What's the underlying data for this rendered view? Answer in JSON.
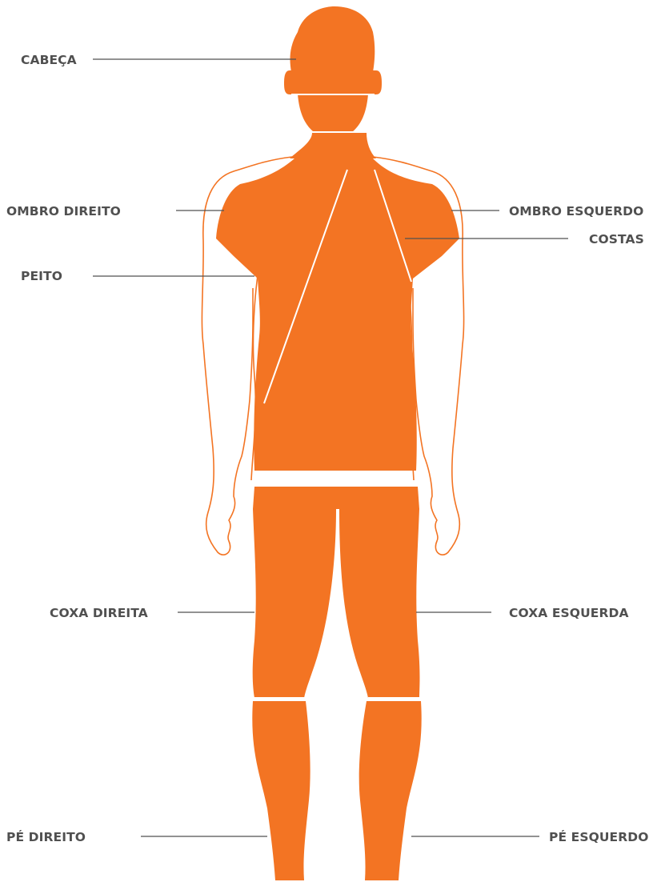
{
  "colors": {
    "body_fill": "#f37423",
    "outline": "#f37423",
    "divider": "#ffffff",
    "label_text": "#505050",
    "leader_line": "#505050"
  },
  "labels": {
    "cabeca": "CABEÇA",
    "ombro_direito": "OMBRO DIREITO",
    "ombro_esquerdo": "OMBRO ESQUERDO",
    "peito": "PEITO",
    "costas": "COSTAS",
    "coxa_direita": "COXA DIREITA",
    "coxa_esquerda": "COXA ESQUERDA",
    "pe_direito": "PÉ DIREITO",
    "pe_esquerdo": "PÉ ESQUERDO"
  }
}
